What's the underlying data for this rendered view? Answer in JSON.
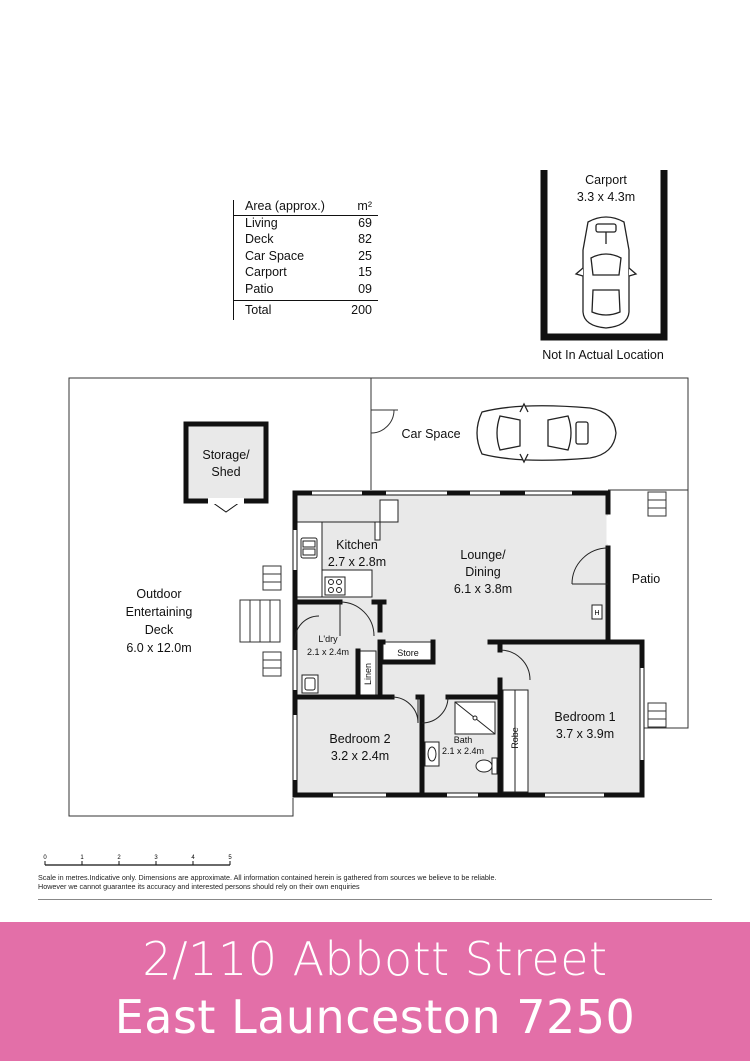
{
  "area_table": {
    "header": {
      "label": "Area (approx.)",
      "unit": "m²"
    },
    "rows": [
      {
        "label": "Living",
        "value": "69"
      },
      {
        "label": "Deck",
        "value": "82"
      },
      {
        "label": "Car Space",
        "value": "25"
      },
      {
        "label": "Carport",
        "value": "15"
      },
      {
        "label": "Patio",
        "value": "09"
      }
    ],
    "total": {
      "label": "Total",
      "value": "200"
    }
  },
  "carport": {
    "title": "Carport",
    "dims": "3.3 x 4.3m",
    "note": "Not In Actual Location"
  },
  "rooms": {
    "car_space": "Car Space",
    "storage_line1": "Storage/",
    "storage_line2": "Shed",
    "deck_line1": "Outdoor",
    "deck_line2": "Entertaining",
    "deck_line3": "Deck",
    "deck_dims": "6.0 x 12.0m",
    "kitchen": "Kitchen",
    "kitchen_dims": "2.7 x 2.8m",
    "lounge_line1": "Lounge/",
    "lounge_line2": "Dining",
    "lounge_dims": "6.1 x 3.8m",
    "patio": "Patio",
    "laundry": "L'dry",
    "laundry_dims": "2.1 x 2.4m",
    "linen": "Linen",
    "store": "Store",
    "bedroom2": "Bedroom 2",
    "bedroom2_dims": "3.2 x 2.4m",
    "bath": "Bath",
    "bath_dims": "2.1 x 2.4m",
    "robe": "Robe",
    "bedroom1": "Bedroom 1",
    "bedroom1_dims": "3.7 x 3.9m",
    "hws": "H"
  },
  "scale": {
    "ticks": [
      "0",
      "1",
      "2",
      "3",
      "4",
      "5"
    ]
  },
  "disclaimer": "Scale in metres.Indicative only. Dimensions are approximate. All information contained herein is gathered from sources we believe to be reliable. However we cannot guarantee its accuracy and interested persons should rely on their own enquiries",
  "address": {
    "line1": "2/110 Abbott Street",
    "line2": "East Launceston 7250"
  },
  "colors": {
    "banner": "#e36fa8",
    "wall": "#111111",
    "floor": "#e9e9e9"
  }
}
